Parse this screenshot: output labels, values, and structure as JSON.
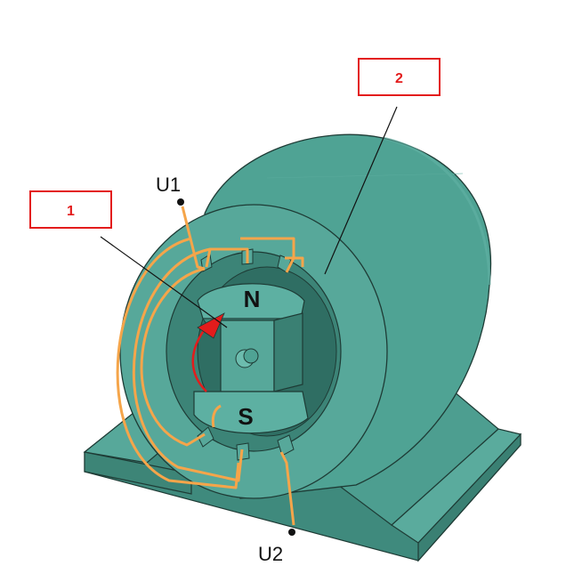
{
  "callouts": [
    {
      "id": "1",
      "text": "1"
    },
    {
      "id": "2",
      "text": "2"
    }
  ],
  "terminals": {
    "u1": "U1",
    "u2": "U2"
  },
  "poles": {
    "north": "N",
    "south": "S"
  },
  "colors": {
    "body": "#4fa394",
    "body_dark": "#3f8a7d",
    "body_light": "#63b3a5",
    "edge": "#1e3b35",
    "winding": "#f5a54a",
    "callout_border": "#e31c1c",
    "callout_text": "#e31c1c",
    "rotation_arrow": "#e31c1c"
  }
}
